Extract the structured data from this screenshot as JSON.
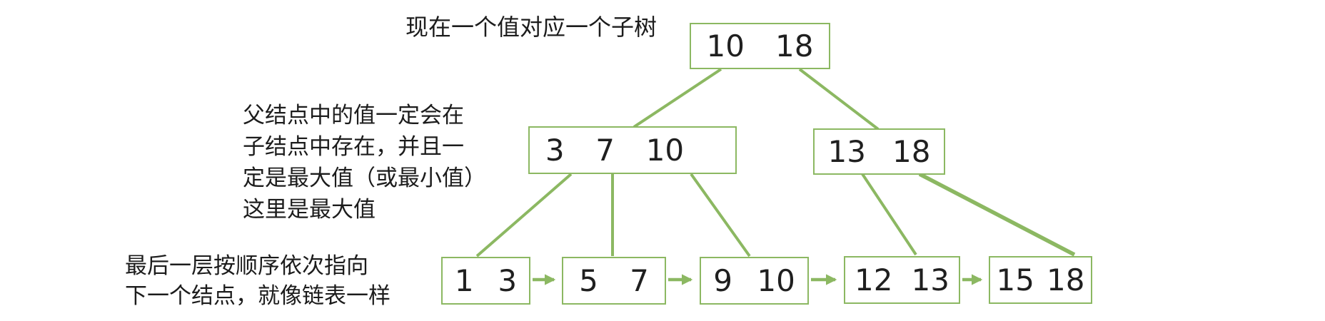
{
  "diagram_title": "B+ tree structure illustration",
  "colors": {
    "line": "#8cb862",
    "node_border": "#8cb862",
    "text": "#1f1f1f",
    "background": "#ffffff"
  },
  "annotations": {
    "top": "现在一个值对应一个子树",
    "left_lines": [
      "父结点中的值一定会在",
      "子结点中存在，并且一",
      "定是最大值（或最小值）",
      "这里是最大值"
    ],
    "bottom_lines": [
      "最后一层按顺序依次指向",
      "下一个结点，就像链表一样"
    ]
  },
  "tree": {
    "root": {
      "values": [
        "10",
        "18"
      ]
    },
    "internal": [
      {
        "values": [
          "3",
          "7",
          "10"
        ]
      },
      {
        "values": [
          "13",
          "18"
        ]
      }
    ],
    "leaves": [
      {
        "values": [
          "1",
          "3"
        ]
      },
      {
        "values": [
          "5",
          "7"
        ]
      },
      {
        "values": [
          "9",
          "10"
        ]
      },
      {
        "values": [
          "12",
          "13"
        ]
      },
      {
        "values": [
          "15",
          "18"
        ]
      }
    ]
  }
}
